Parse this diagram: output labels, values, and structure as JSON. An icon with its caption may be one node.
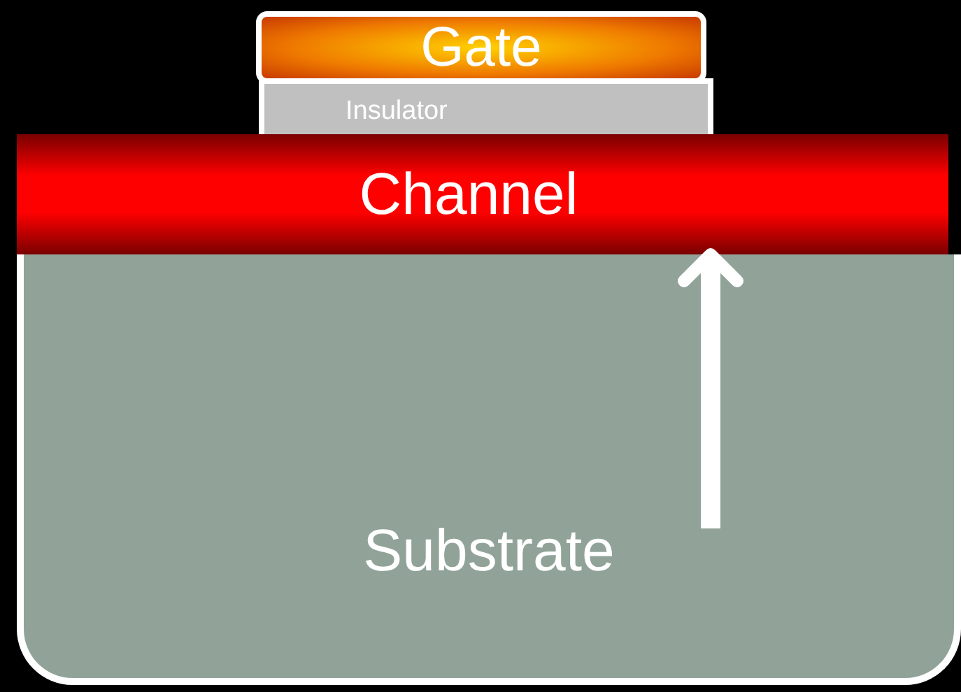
{
  "diagram": {
    "nodes": [
      {
        "text": [
          "Gate"
        ]
      },
      {
        "text": [
          "Insulator"
        ]
      },
      {
        "text": [
          "Channel"
        ]
      },
      {
        "text": [
          "Substrate"
        ]
      }
    ],
    "edges": [
      {
        "from": 3,
        "to": 2,
        "arrow": "to"
      }
    ]
  }
}
